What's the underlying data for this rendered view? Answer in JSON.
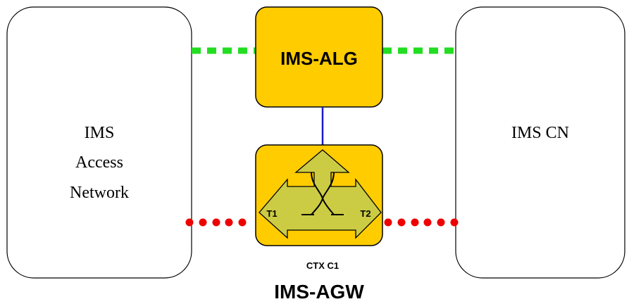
{
  "access_network": {
    "line1": "IMS",
    "line2": "Access",
    "line3": "Network"
  },
  "core_network": {
    "label": "IMS CN"
  },
  "alg": {
    "label": "IMS-ALG"
  },
  "agw": {
    "label": "IMS-AGW",
    "context_label": "CTX C1",
    "termination_1": "T1",
    "termination_2": "T2"
  },
  "colors": {
    "box_fill": "#ffcc00",
    "arrow_fill": "#cccc44",
    "signalling_link": "#22dd22",
    "media_link": "#ee0000",
    "control_link": "#1a1acc"
  }
}
